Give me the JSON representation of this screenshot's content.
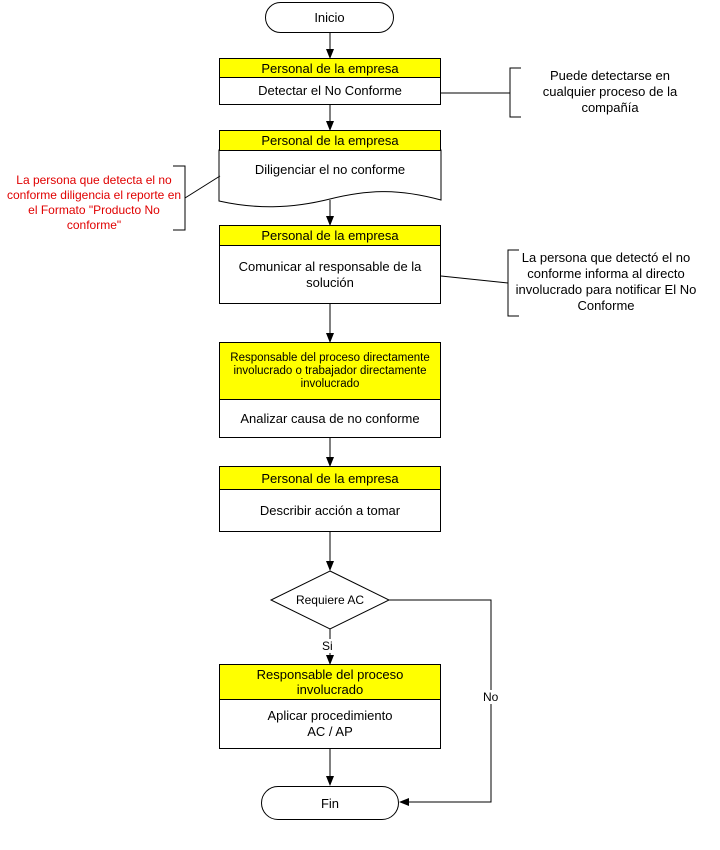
{
  "start": "Inicio",
  "end": "Fin",
  "steps": [
    {
      "role": "Personal de la empresa",
      "action": "Detectar el No Conforme"
    },
    {
      "role": "Personal de la empresa",
      "action": "Diligenciar el no conforme"
    },
    {
      "role": "Personal de la empresa",
      "action": "Comunicar al responsable de la solución"
    },
    {
      "role": "Responsable del proceso directamente involucrado o trabajador directamente involucrado",
      "action": "Analizar causa de no conforme"
    },
    {
      "role": "Personal de la empresa",
      "action": "Describir acción a tomar"
    },
    {
      "role": "Responsable del proceso involucrado",
      "action": "Aplicar procedimiento AC / AP"
    }
  ],
  "decision": {
    "label": "Requiere AC",
    "yes": "Si",
    "no": "No"
  },
  "annotations": {
    "detect": "Puede detectarse en cualquier proceso de la compañía",
    "document": "La persona que detecta el no conforme diligencia el reporte en el Formato \"Producto No conforme\"",
    "communicate": "La persona que detectó el no conforme informa al directo involucrado para notificar El No Conforme"
  },
  "colors": {
    "header": "#ffff00",
    "note_red": "#e00000",
    "line": "#000000"
  }
}
